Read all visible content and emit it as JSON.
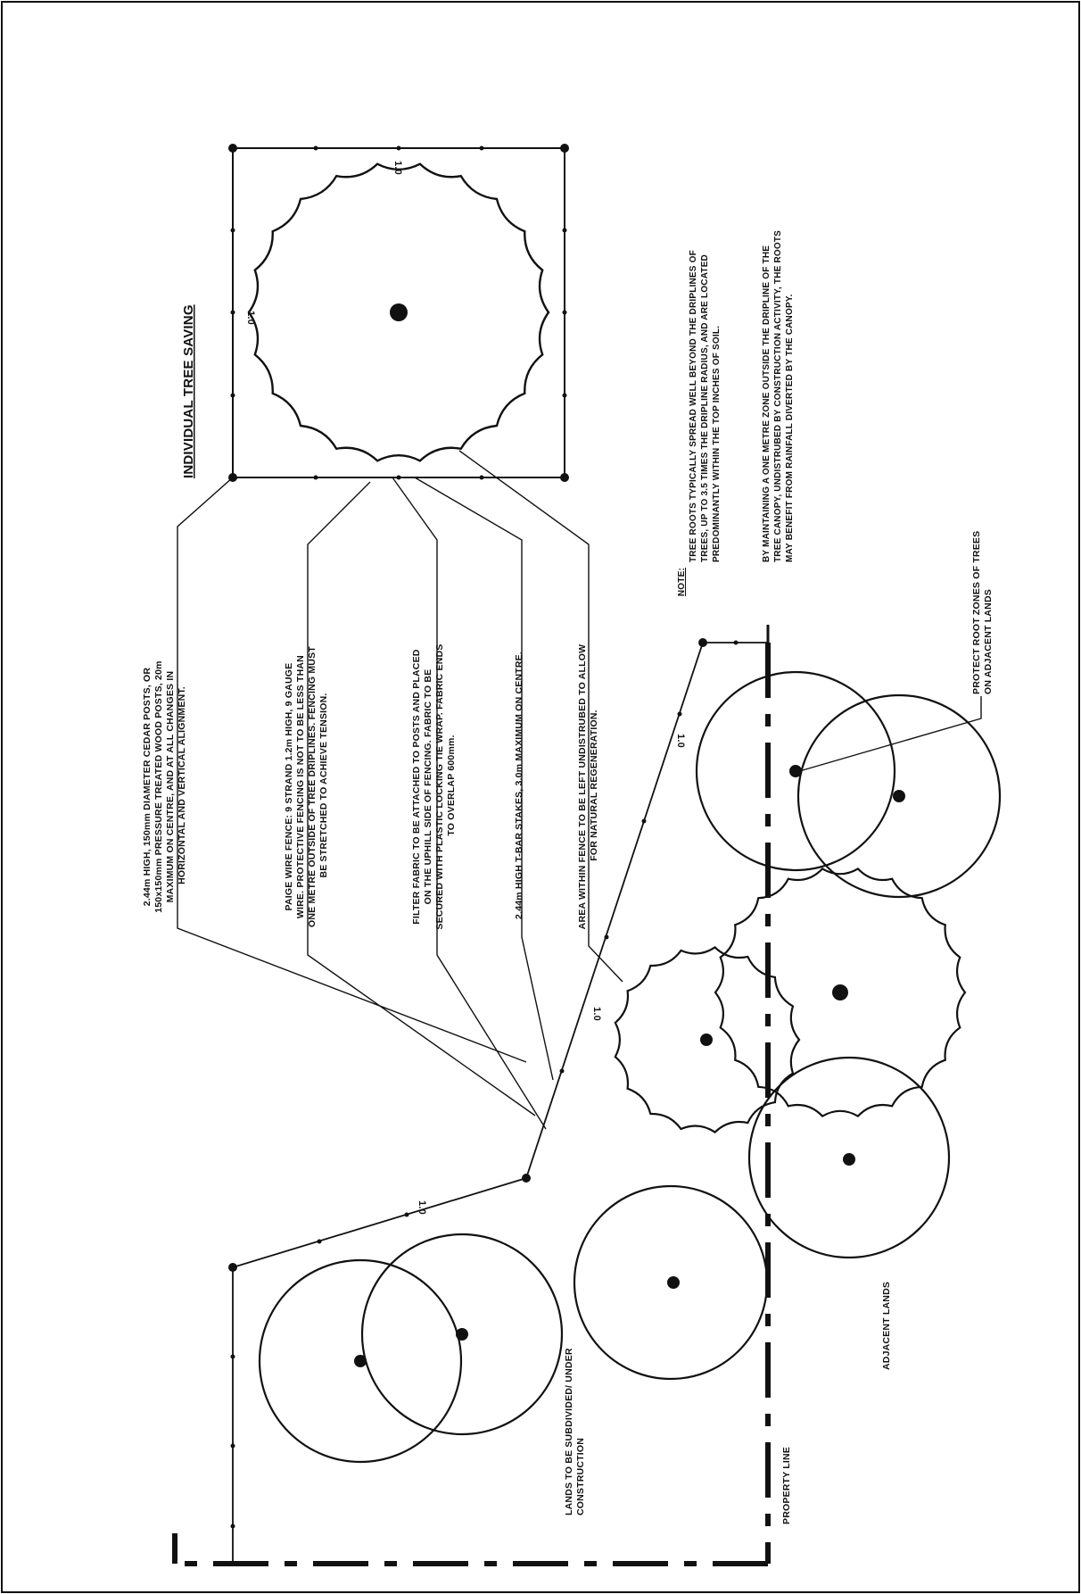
{
  "diagram": {
    "title": "INDIVIDUAL TREE SAVING",
    "clearance_label": "1.0",
    "callouts": {
      "posts": [
        "2.44m HIGH, 150mm DIAMETER CEDAR POSTS, OR",
        "150x150mm PRESSURE TREATED WOOD POSTS, 20m",
        "MAXIMUM ON CENTRE, AND AT ALL CHANGES IN",
        "HORIZONTAL AND VERTICAL ALIGNMENT."
      ],
      "fence": [
        "PAIGE WIRE FENCE: 9 STRAND 1.2m HIGH, 9 GAUGE",
        "WIRE. PROTECTIVE FENCING IS NOT TO BE LESS THAN",
        "ONE METRE OUTSIDE OF TREE DRIPLINES. FENCING MUST",
        "BE STRETCHED TO ACHIEVE TENSION."
      ],
      "fabric": [
        "FILTER FABRIC TO BE ATTACHED TO POSTS AND PLACED",
        "ON THE UPHILL SIDE OF FENCING. FABRIC TO BE",
        "SECURED WITH PLASTIC LOCKING TIE WRAP. FABRIC ENDS",
        "TO OVERLAP 600mm."
      ],
      "stakes": [
        "2.44m HIGH T-BAR STAKES, 3.0m MAXIMUM ON CENTRE."
      ],
      "area": [
        "AREA WITHIN FENCE TO BE LEFT UNDISTRUBED TO ALLOW",
        "FOR NATURAL REGENERATION."
      ]
    },
    "note": {
      "heading": "NOTE:",
      "paragraph1": [
        "TREE ROOTS TYPICALLY SPREAD WELL BEYOND THE DRIPLINES OF",
        "TREES, UP TO 3.5 TIMES THE DRIPLINE RADIUS, AND ARE LOCATED",
        "PREDOMINANTLY WITHIN THE TOP INCHES OF SOIL."
      ],
      "paragraph2": [
        "BY MAINTAINING A ONE METRE ZONE OUTSIDE THE DRIPLINE OF THE",
        "TREE CANOPY, UNDISTRUBED BY CONSTRUCTION ACTIVITY, THE ROOTS",
        "MAY BENEFIT FROM RAINFALL DIVERTED BY THE CANOPY."
      ]
    },
    "protect_label": [
      "PROTECT ROOT ZONES OF TREES",
      "ON ADJACENT LANDS"
    ],
    "lands_label": [
      "LANDS TO BE SUBDIVIDED/ UNDER",
      "CONSTRUCTION"
    ],
    "property_line_label": "PROPERTY LINE",
    "adjacent_label": "ADJACENT LANDS"
  }
}
